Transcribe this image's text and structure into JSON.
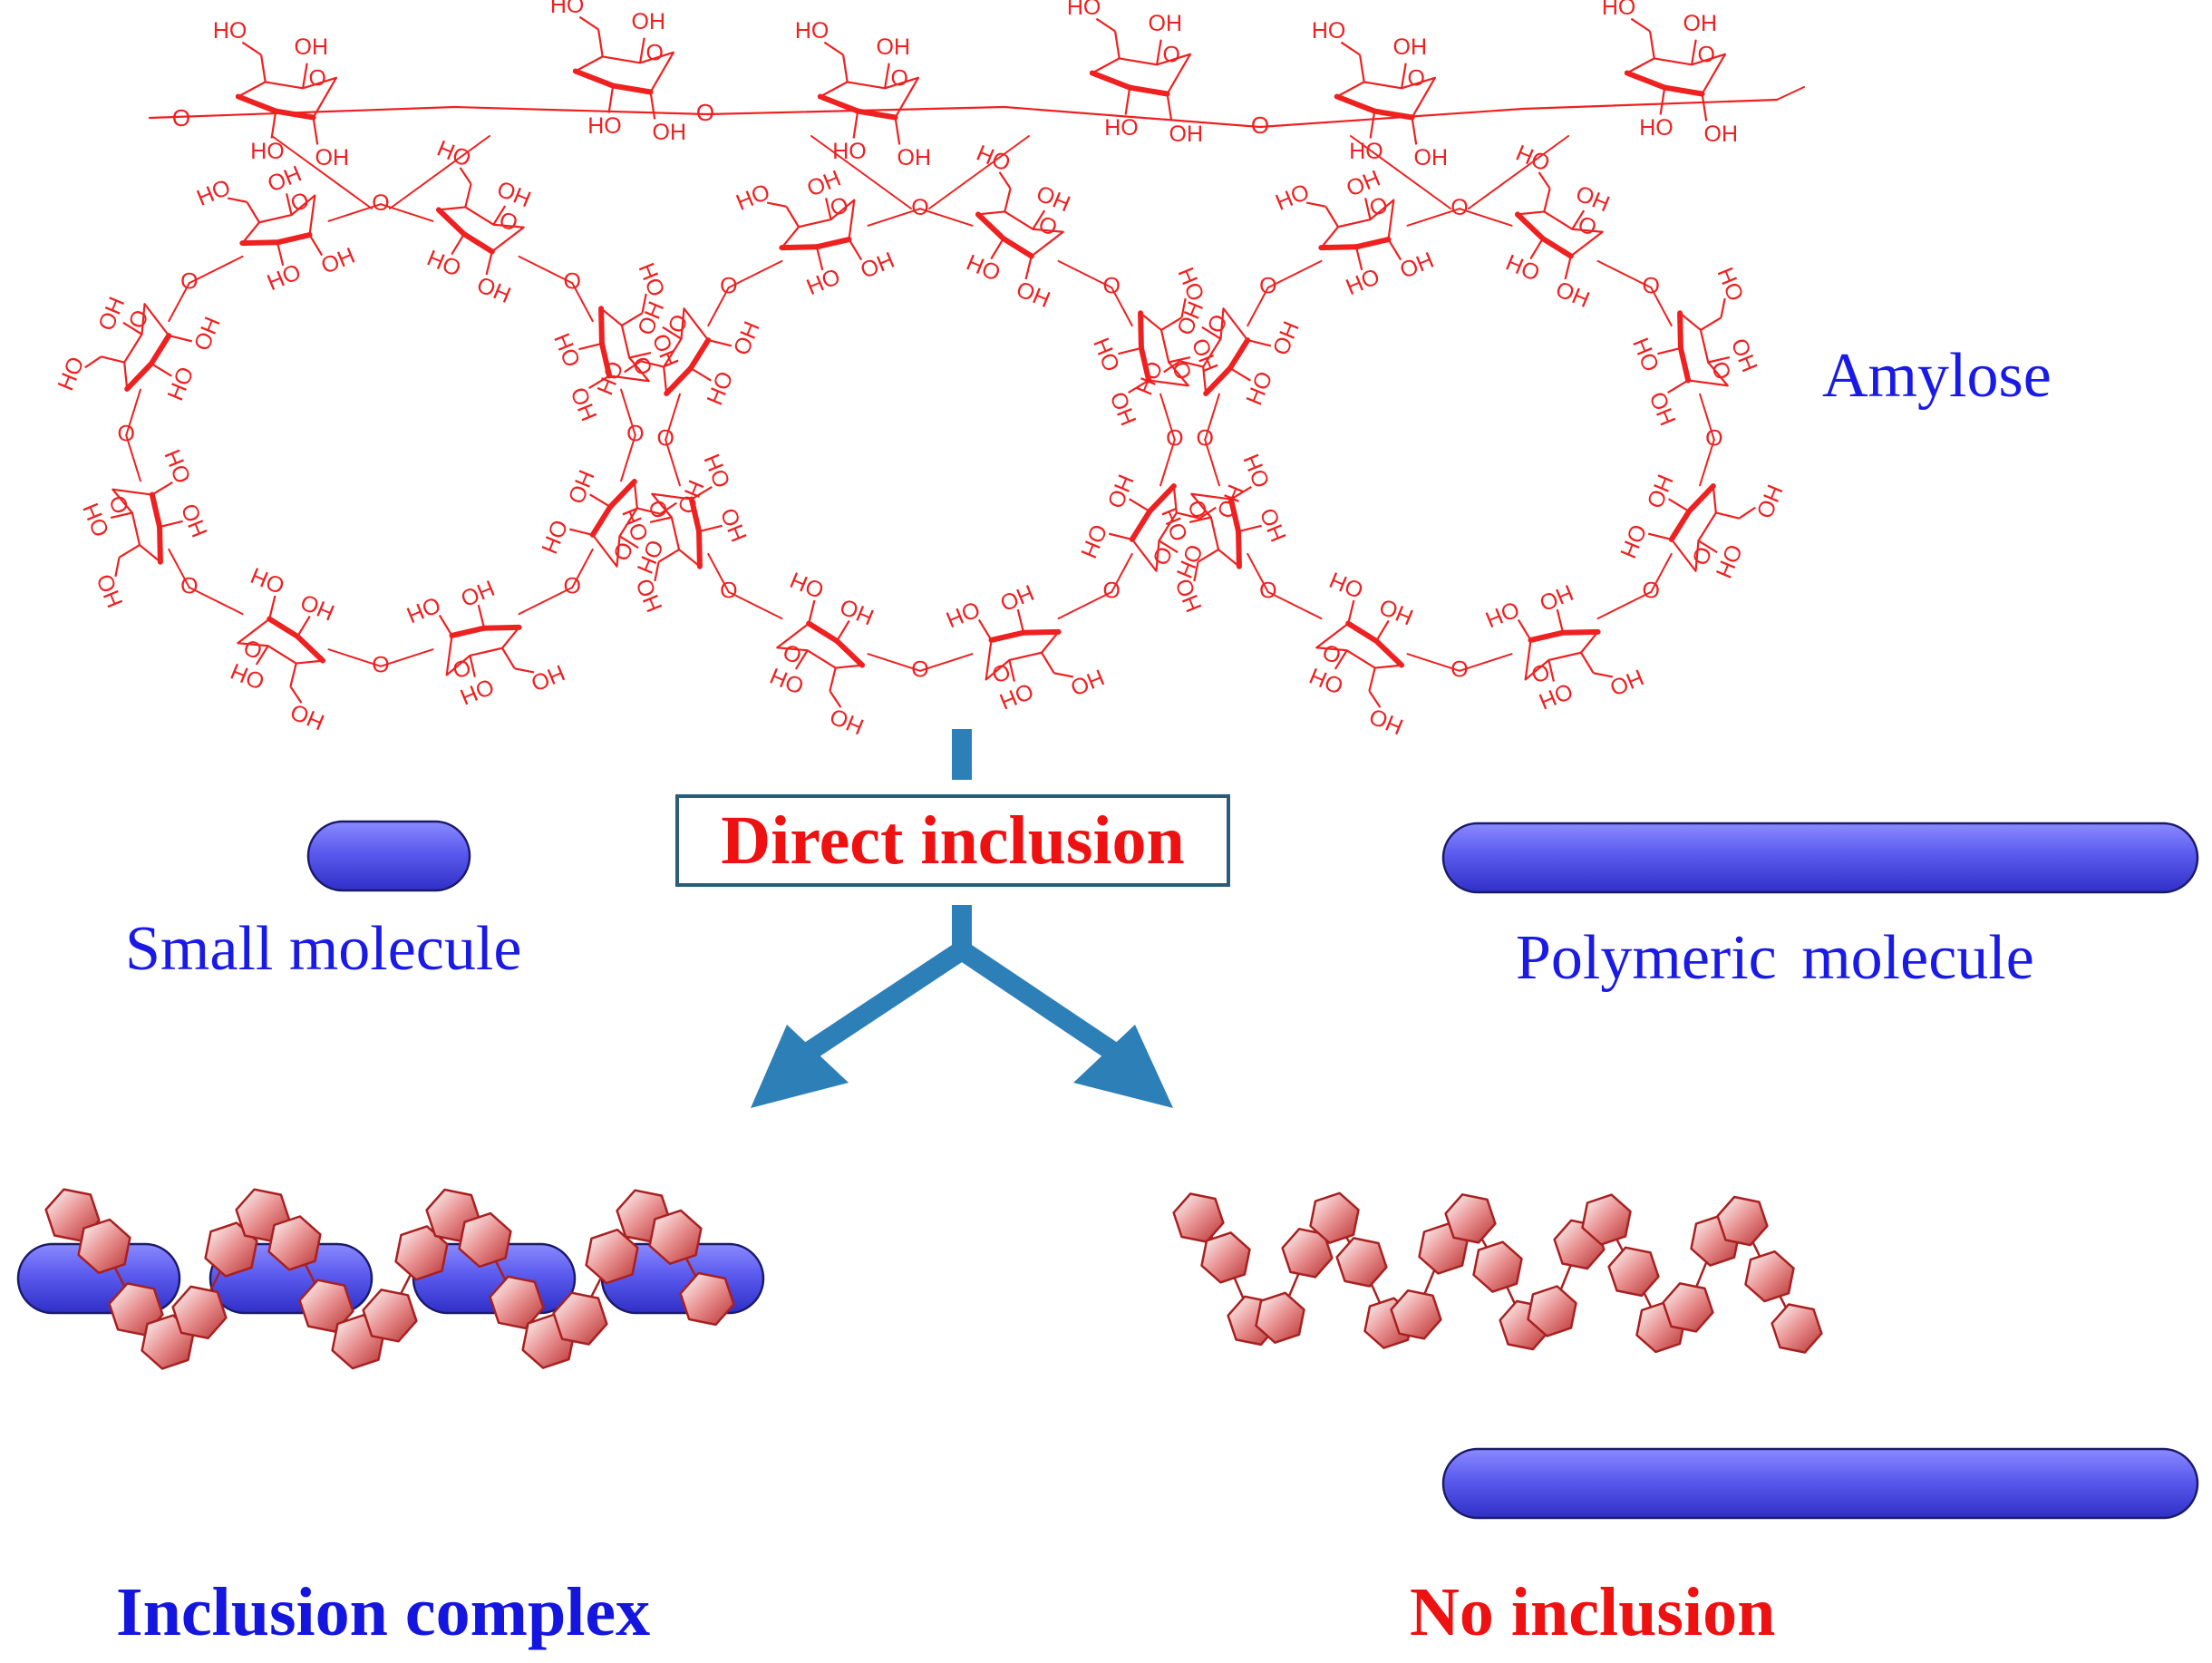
{
  "labels": {
    "amylose": "Amylose",
    "direct_inclusion": "Direct inclusion",
    "small_molecule": "Small molecule",
    "polymeric_molecule": "Polymeric molecule",
    "inclusion_complex": "Inclusion complex",
    "no_inclusion": "No inclusion"
  },
  "structure": {
    "hydroxyl": "OH",
    "hydroxyl_rev": "HO",
    "oxygen": "O"
  },
  "colors": {
    "chemistry": "#ee2020",
    "label_blue": "#1a1ae6",
    "rod_blue": "#5a5aee",
    "rod_outline": "#1a1a6a",
    "arrow": "#2d7fb8",
    "helix": "#a82020",
    "box_border": "#2a5d7a"
  }
}
